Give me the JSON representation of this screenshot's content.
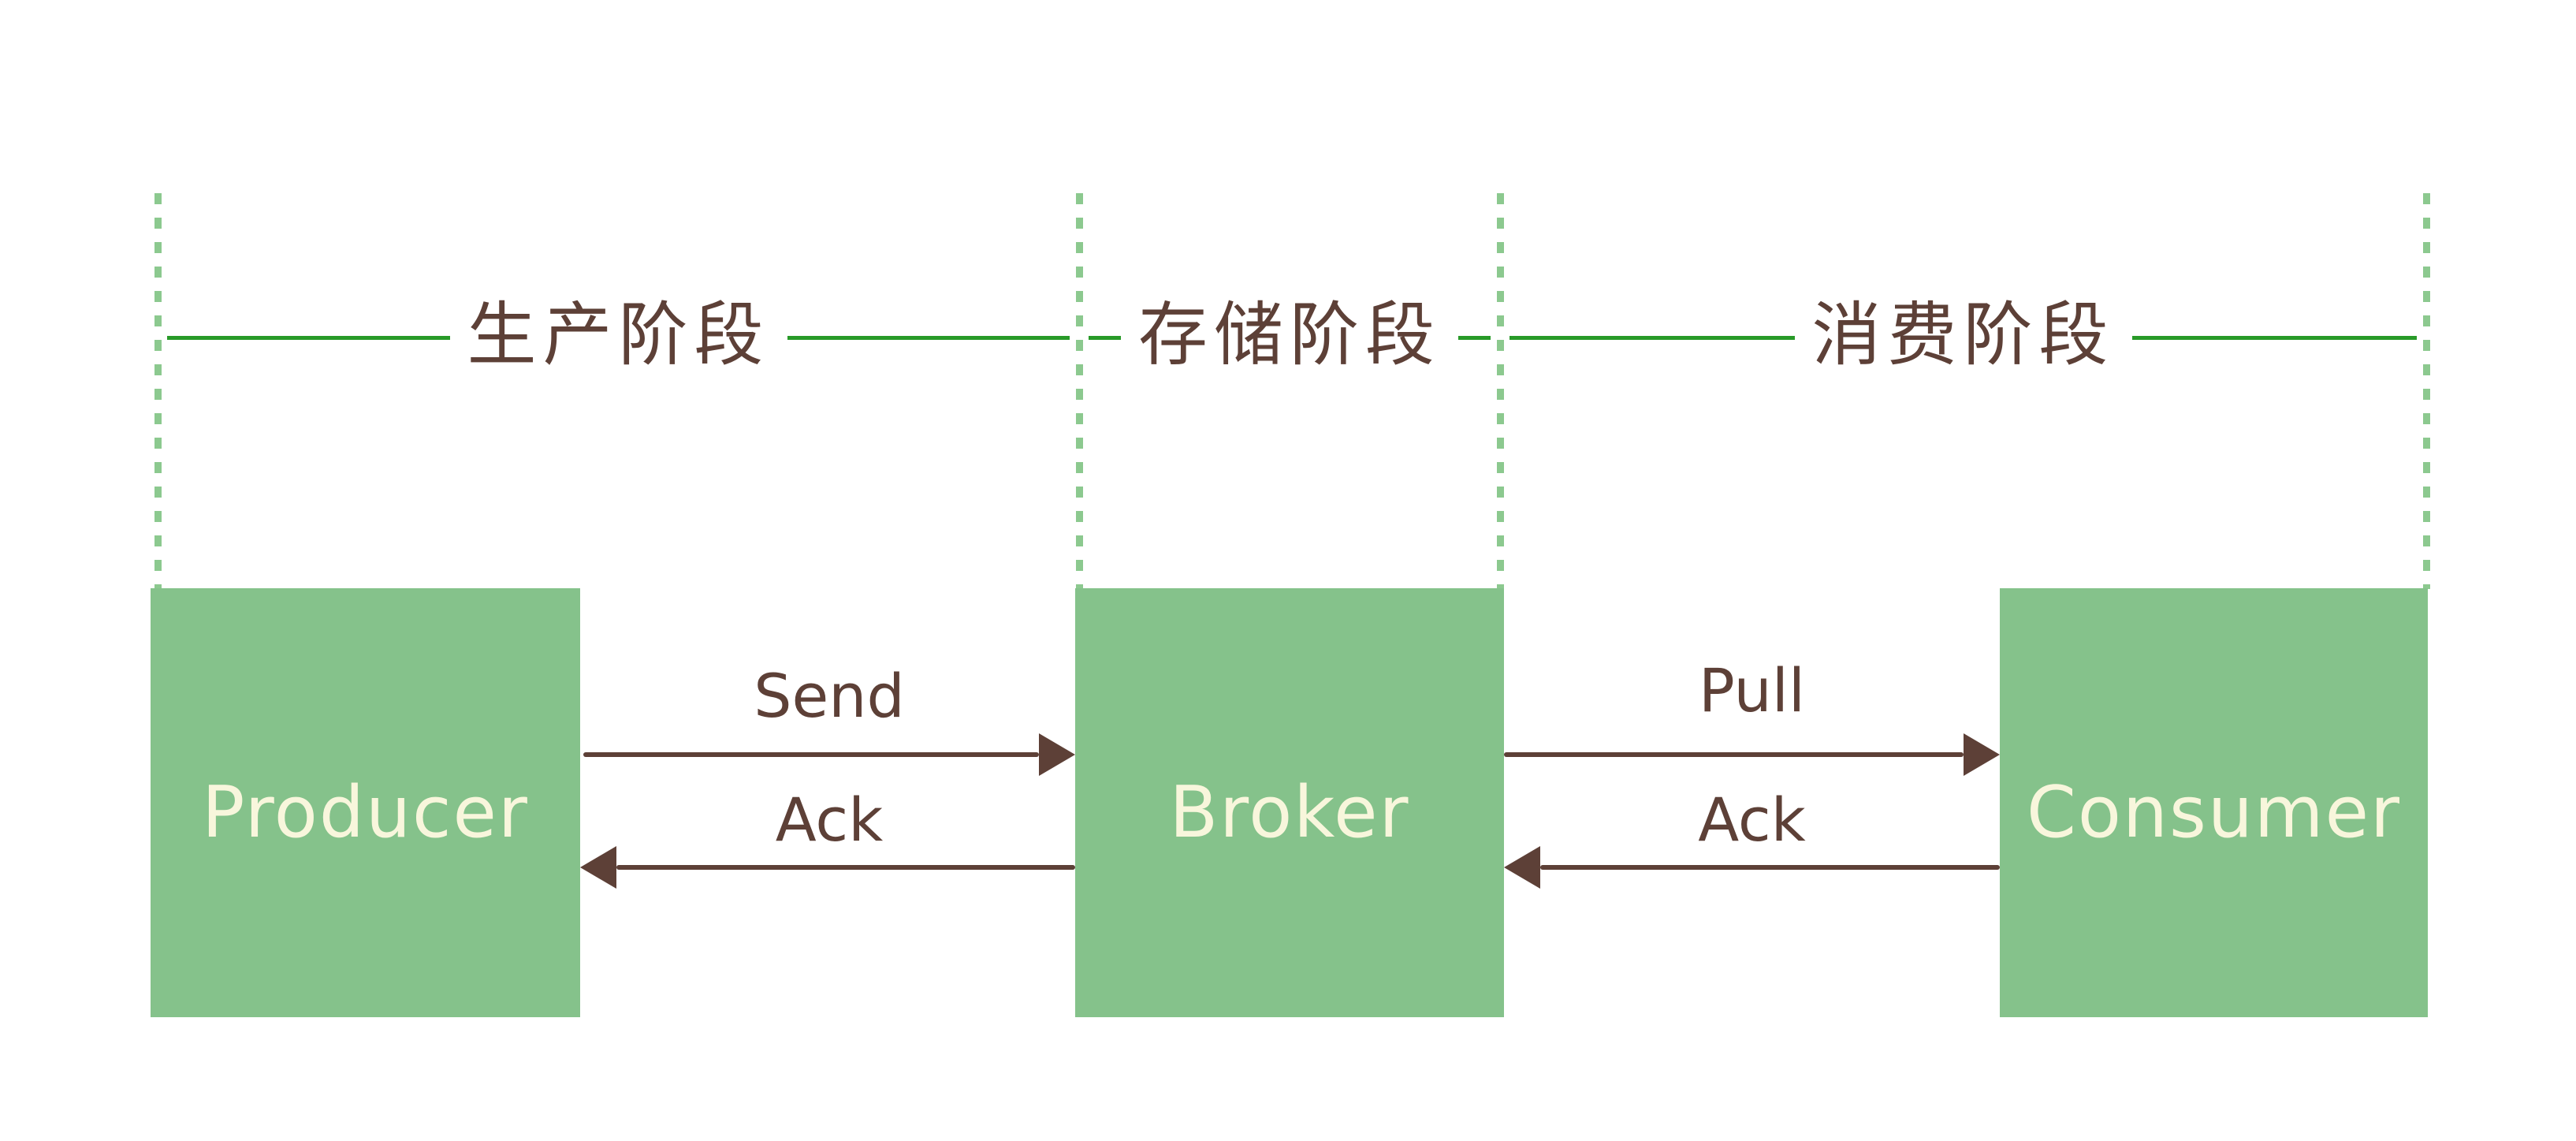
{
  "diagram": {
    "phases": [
      {
        "id": "production",
        "label": "生产阶段"
      },
      {
        "id": "storage",
        "label": "存储阶段"
      },
      {
        "id": "consumption",
        "label": "消费阶段"
      }
    ],
    "nodes": [
      {
        "id": "producer",
        "label": "Producer"
      },
      {
        "id": "broker",
        "label": "Broker"
      },
      {
        "id": "consumer",
        "label": "Consumer"
      }
    ],
    "arrows": [
      {
        "id": "send",
        "label": "Send",
        "from": "producer",
        "to": "broker",
        "direction": "right"
      },
      {
        "id": "ack-producer",
        "label": "Ack",
        "from": "broker",
        "to": "producer",
        "direction": "left"
      },
      {
        "id": "pull",
        "label": "Pull",
        "from": "broker",
        "to": "consumer",
        "direction": "right"
      },
      {
        "id": "ack-broker",
        "label": "Ack",
        "from": "consumer",
        "to": "broker",
        "direction": "left"
      }
    ],
    "colors": {
      "background": "#ffffff",
      "node_fill": "#85c28b",
      "node_text": "#f8f6dc",
      "phase_line_green": "#289a28",
      "boundary_dash_green": "#8cc98f",
      "ink_brown": "#5d4037"
    }
  }
}
